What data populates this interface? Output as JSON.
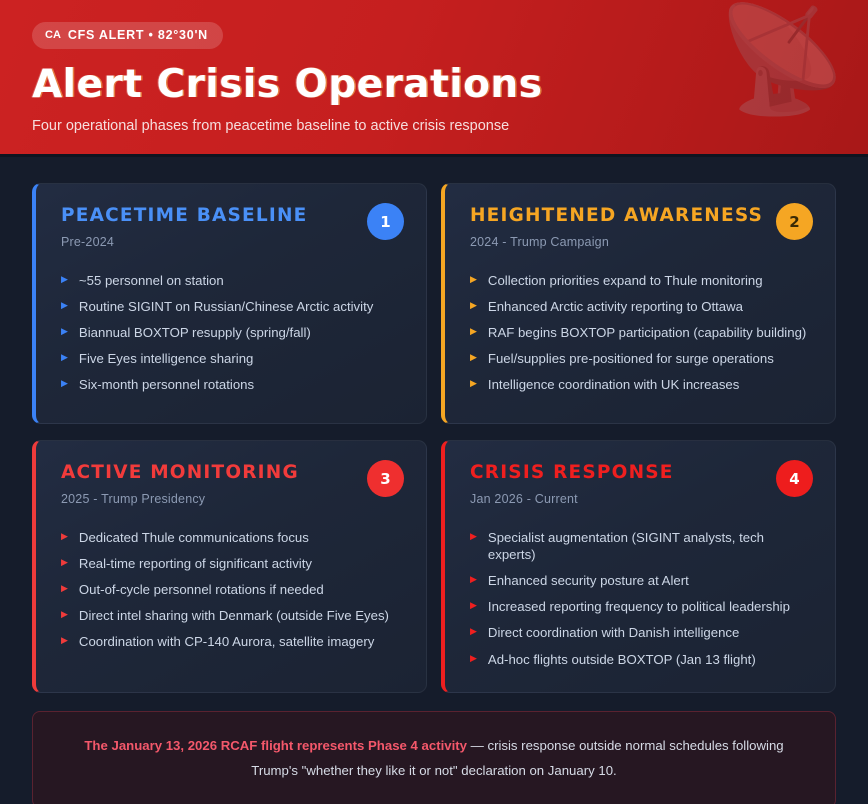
{
  "header": {
    "badge_icon": "canada-flag",
    "badge_flag_text": "CA",
    "badge_label": "CFS ALERT • 82°30'N",
    "title": "Alert Crisis Operations",
    "subtitle": "Four operational phases from peacetime baseline to active crisis response",
    "decor_icon": "satellite-dish-icon",
    "decor_glyph": "📡",
    "bg_color": "#c52020"
  },
  "phases": [
    {
      "number": "1",
      "title": "PEACETIME BASELINE",
      "period": "Pre-2024",
      "accent": "#3b82f6",
      "items": [
        "~55 personnel on station",
        "Routine SIGINT on Russian/Chinese Arctic activity",
        "Biannual BOXTOP resupply (spring/fall)",
        "Five Eyes intelligence sharing",
        "Six-month personnel rotations"
      ]
    },
    {
      "number": "2",
      "title": "HEIGHTENED AWARENESS",
      "period": "2024 - Trump Campaign",
      "accent": "#f5a623",
      "items": [
        "Collection priorities expand to Thule monitoring",
        "Enhanced Arctic activity reporting to Ottawa",
        "RAF begins BOXTOP participation (capability building)",
        "Fuel/supplies pre-positioned for surge operations",
        "Intelligence coordination with UK increases"
      ]
    },
    {
      "number": "3",
      "title": "ACTIVE MONITORING",
      "period": "2025 - Trump Presidency",
      "accent": "#ef3b3b",
      "items": [
        "Dedicated Thule communications focus",
        "Real-time reporting of significant activity",
        "Out-of-cycle personnel rotations if needed",
        "Direct intel sharing with Denmark (outside Five Eyes)",
        "Coordination with CP-140 Aurora, satellite imagery"
      ]
    },
    {
      "number": "4",
      "title": "CRISIS RESPONSE",
      "period": "Jan 2026 - Current",
      "accent": "#ef1f1f",
      "items": [
        "Specialist augmentation (SIGINT analysts, tech experts)",
        "Enhanced security posture at Alert",
        "Increased reporting frequency to political leadership",
        "Direct coordination with Danish intelligence",
        "Ad-hoc flights outside BOXTOP (Jan 13 flight)"
      ]
    }
  ],
  "footer": {
    "highlight": "The January 13, 2026 RCAF flight represents Phase 4 activity",
    "rest": " — crisis response outside normal schedules following Trump's \"whether they like it or not\" declaration on January 10.",
    "accent": "#f4586b"
  },
  "bullet_glyph": "▶"
}
